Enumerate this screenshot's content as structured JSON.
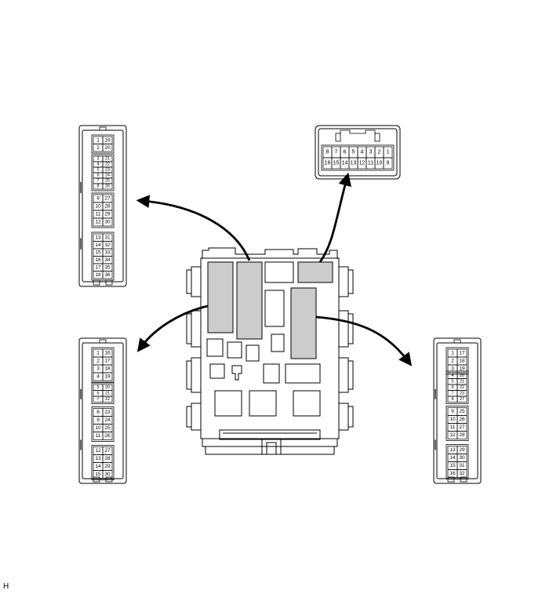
{
  "figure_code": "H",
  "connectors": {
    "top_left": {
      "pairs": [
        [
          "1",
          "19"
        ],
        [
          "2",
          "20"
        ],
        [
          "3",
          "21"
        ],
        [
          "4",
          "22"
        ],
        [
          "5",
          "23"
        ],
        [
          "6",
          "24"
        ],
        [
          "7",
          "25"
        ],
        [
          "8",
          "26"
        ],
        [
          "9",
          "27"
        ],
        [
          "10",
          "28"
        ],
        [
          "11",
          "29"
        ],
        [
          "12",
          "30"
        ],
        [
          "13",
          "31"
        ],
        [
          "14",
          "32"
        ],
        [
          "15",
          "33"
        ],
        [
          "16",
          "34"
        ],
        [
          "17",
          "35"
        ],
        [
          "18",
          "36"
        ]
      ]
    },
    "bottom_left": {
      "pairs": [
        [
          "1",
          "16"
        ],
        [
          "2",
          "17"
        ],
        [
          "3",
          "18"
        ],
        [
          "4",
          "19"
        ],
        [
          "5",
          "20"
        ],
        [
          "6",
          "21"
        ],
        [
          "7",
          "22"
        ],
        [
          "8",
          "23"
        ],
        [
          "9",
          "24"
        ],
        [
          "10",
          "25"
        ],
        [
          "11",
          "26"
        ],
        [
          "12",
          "27"
        ],
        [
          "13",
          "28"
        ],
        [
          "14",
          "29"
        ],
        [
          "15",
          "30"
        ]
      ]
    },
    "top_right": {
      "top_row": [
        "8",
        "7",
        "6",
        "5",
        "4",
        "3",
        "2",
        "1"
      ],
      "bottom_row": [
        "16",
        "15",
        "14",
        "13",
        "12",
        "11",
        "10",
        "9"
      ]
    },
    "bottom_right": {
      "pairs": [
        [
          "1",
          "17"
        ],
        [
          "2",
          "18"
        ],
        [
          "3",
          "19"
        ],
        [
          "4",
          "20"
        ],
        [
          "5",
          "21"
        ],
        [
          "6",
          "22"
        ],
        [
          "7",
          "23"
        ],
        [
          "8",
          "27"
        ],
        [
          "9",
          "25"
        ],
        [
          "10",
          "26"
        ],
        [
          "11",
          "27"
        ],
        [
          "12",
          "28"
        ],
        [
          "13",
          "29"
        ],
        [
          "14",
          "30"
        ],
        [
          "15",
          "31"
        ],
        [
          "16",
          "32"
        ]
      ]
    }
  },
  "colors": {
    "line": "#000000",
    "highlight": "#cccccc",
    "background": "#ffffff"
  }
}
